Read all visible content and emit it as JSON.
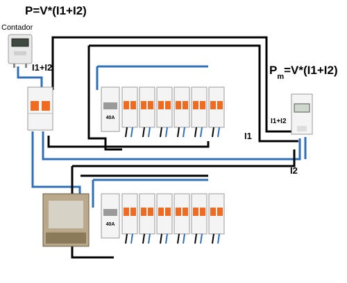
{
  "labels": {
    "formula_top": "P=V*(I1+I2)",
    "meter_caption": "Contador",
    "i1i2_left": "I1+I2",
    "formula_right_p": "P",
    "formula_right_sub": "m",
    "formula_right_rest": "=V*(I1+I2)",
    "i1i2_right": "I1+I2",
    "i1": "I1",
    "i2": "I2"
  },
  "panels": [
    {
      "id": "upper",
      "rcd_rating": "40A",
      "breaker_count": 6
    },
    {
      "id": "lower",
      "rcd_rating": "40A",
      "breaker_count": 6
    }
  ],
  "colors": {
    "wire_live": "#000000",
    "wire_neutral": "#2f6fb7",
    "breaker_body": "#f4f4f4",
    "breaker_toggle": "#f06b22"
  }
}
